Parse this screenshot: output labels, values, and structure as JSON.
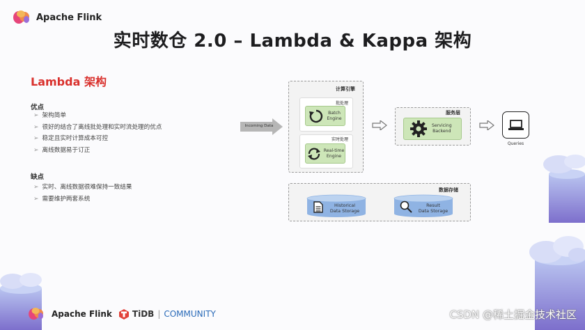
{
  "header": {
    "brand": "Apache Flink",
    "title": "实时数仓 2.0 – Lambda & Kappa 架构"
  },
  "left": {
    "section_title": "Lambda 架构",
    "pros_title": "优点",
    "pros": [
      "架构简单",
      "很好的结合了离线批处理和实时流处理的优点",
      "稳定且实时计算成本可控",
      "离线数据易于订正"
    ],
    "cons_title": "缺点",
    "cons": [
      "实时、离线数据很难保持一致结果",
      "需要维护两套系统"
    ]
  },
  "diagram": {
    "incoming": "Incoming Data",
    "compute_label": "计算引擎",
    "batch_label": "批处理",
    "batch_engine": [
      "Batch",
      "Engine"
    ],
    "realtime_label": "实时处理",
    "realtime_engine": [
      "Real-time",
      "Engine"
    ],
    "service_label": "服务层",
    "serving": [
      "Servicing",
      "Backend"
    ],
    "queries": "Queries",
    "storage_label": "数据存储",
    "historical": [
      "Historical",
      "Data Storage"
    ],
    "result": [
      "Result",
      "Data Storage"
    ]
  },
  "footer": {
    "brand": "Apache Flink",
    "tidb": "TiDB",
    "community": "COMMUNITY",
    "watermark": "CSDN @稀土掘金技术社区"
  },
  "colors": {
    "accent_red": "#d9302c",
    "engine_green": "#cde6b8",
    "cylinder_blue": "#8fb3e3",
    "cloud_purple": "#8a78c9"
  }
}
